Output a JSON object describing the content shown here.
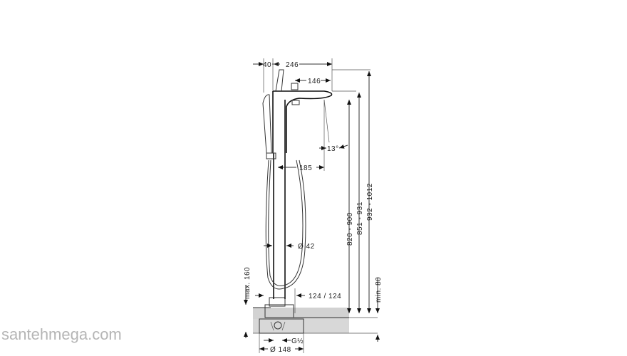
{
  "diagram": {
    "subject": "Freestanding bath mixer with hand shower - dimension drawing",
    "dimensions": {
      "top_offset": "40",
      "spout_reach": "246",
      "spout_inner": "146",
      "spout_angle": "13°",
      "hand_shower_offset": "185",
      "column_diameter": "Ø 42",
      "max_height_floor": "max. 160",
      "base_offset": "124 / 124",
      "height_range_1": "820 - 900",
      "height_range_2": "851 - 931",
      "height_range_3": "932 - 1012",
      "min_depth": "min. 80",
      "connection_thread": "G½",
      "base_diameter": "Ø 148"
    },
    "colors": {
      "line": "#222222",
      "floor_fill": "#cfcfcf",
      "watermark": "#b5b5b5"
    }
  },
  "watermark": "santehmega.com"
}
